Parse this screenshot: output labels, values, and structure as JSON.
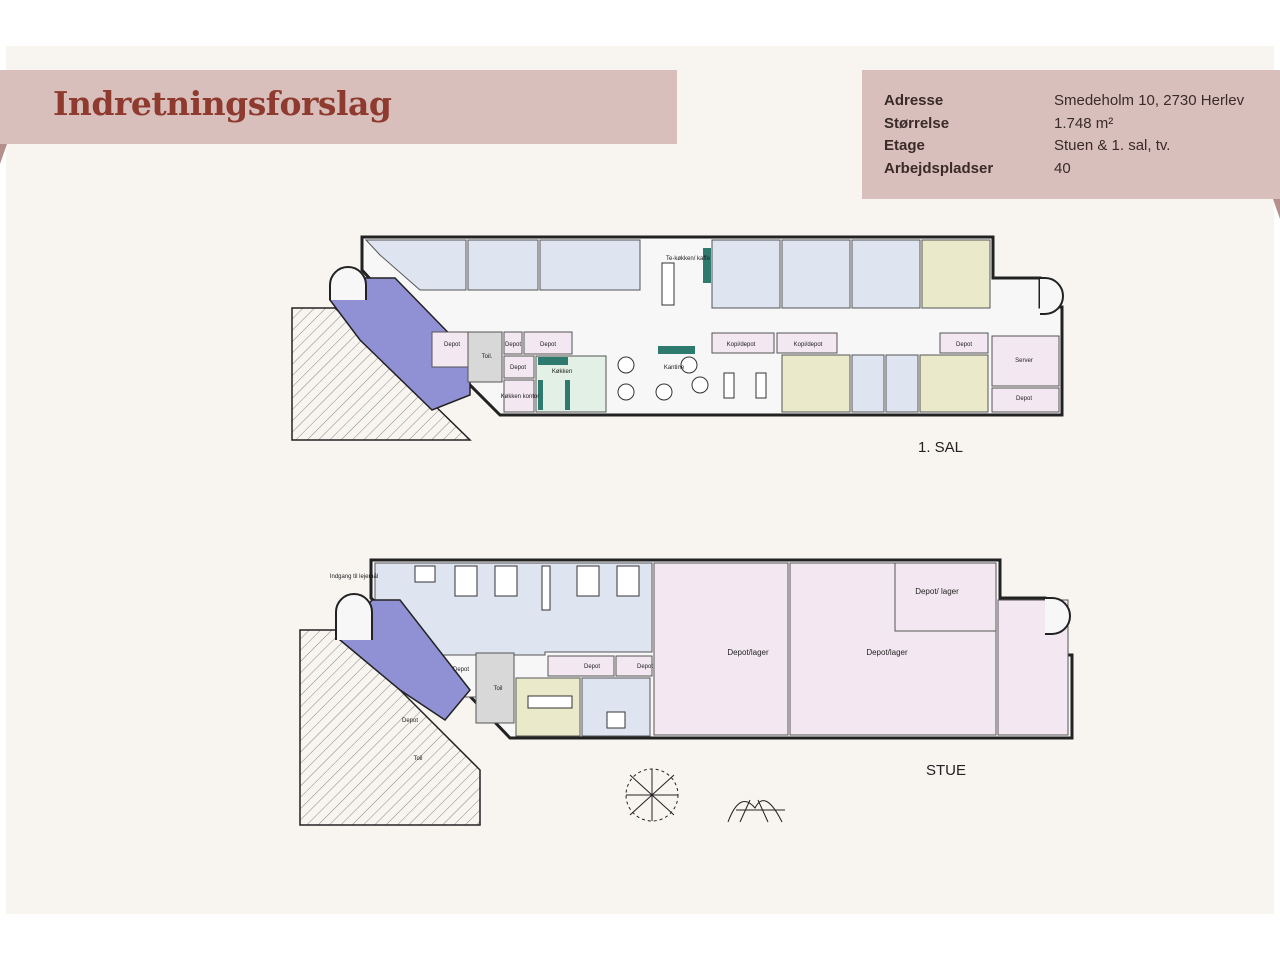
{
  "header": {
    "title": "Indretningsforslag"
  },
  "info": [
    {
      "label": "Adresse",
      "value": "Smedeholm 10, 2730 Herlev"
    },
    {
      "label": "Størrelse",
      "value": "1.748 m²"
    },
    {
      "label": "Etage",
      "value": "Stuen & 1. sal, tv."
    },
    {
      "label": "Arbejdspladser",
      "value": "40"
    }
  ],
  "colors": {
    "band": "#d8bfbb",
    "title": "#8e3a2e",
    "office": "#dfe4f1",
    "meeting": "#eaeacb",
    "storage": "#f3e8f1",
    "stair": "#9090d4",
    "kitchen_fixture": "#2f7a6e"
  },
  "floor_1": {
    "name": "1. SAL",
    "rooms": {
      "depot_a": "Depot",
      "toilet": "Toil.",
      "depot_b": "Depot",
      "depot_c": "Depot",
      "depot_d": "Depot",
      "kitchen": "Køkken",
      "kitchen_office": "Køkken kontor",
      "tea_kitchen": "Te-køkken/ kaffe",
      "canteen": "Kantine",
      "copy_1": "Kopi/depot",
      "copy_2": "Kopi/depot",
      "depot_e": "Depot",
      "server": "Server",
      "depot_f": "Depot"
    }
  },
  "floor_0": {
    "name": "STUE",
    "entrance": "Indgang til lejemål",
    "rooms": {
      "depot_a": "Depot",
      "toilet": "Toil",
      "depot_b": "Depot",
      "depot_c": "Depot",
      "storage_1": "Depot/lager",
      "storage_2": "Depot/lager",
      "storage_3": "Depot/ lager",
      "neighbour_depot": "Depot",
      "neighbour_toilet": "Toil"
    }
  }
}
